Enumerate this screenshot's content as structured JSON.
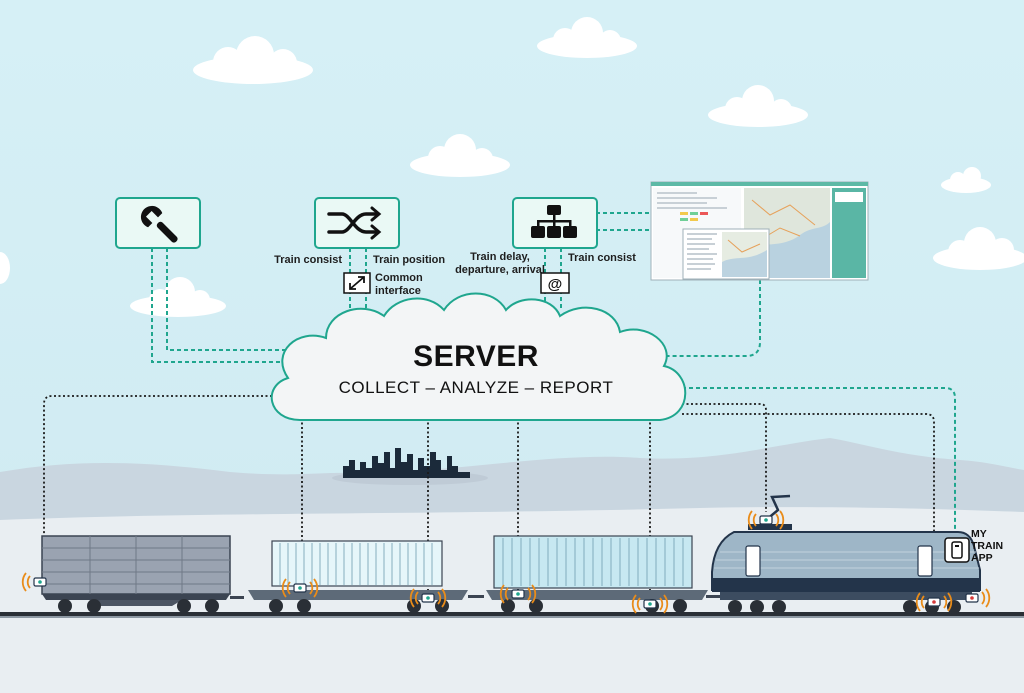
{
  "labels": {
    "train_consist_left": "Train consist",
    "train_position": "Train position",
    "common_interface_1": "Common",
    "common_interface_2": "interface",
    "train_delay_1": "Train delay,",
    "train_delay_2": "departure, arrival",
    "train_consist_right": "Train consist"
  },
  "server": {
    "title": "SERVER",
    "subtitle": "COLLECT – ANALYZE – REPORT"
  },
  "app": {
    "line1": "MY",
    "line2": "TRAIN",
    "line3": "APP"
  },
  "icons": {
    "maintenance": "wrench-icon",
    "routing": "shuffle-icon",
    "organization": "hierarchy-icon",
    "interface": "resize-arrows-icon",
    "email": "at-sign-icon",
    "app": "phone-icon",
    "sensor": "wireless-sensor-icon"
  },
  "colors": {
    "sky": "#d3eef4",
    "accent_teal": "#1fa68e",
    "ground": "#e7ebef",
    "locomotive": "#9eb6c7",
    "locomotive_dark": "#23344a",
    "sensor_orange": "#e98c1a"
  }
}
